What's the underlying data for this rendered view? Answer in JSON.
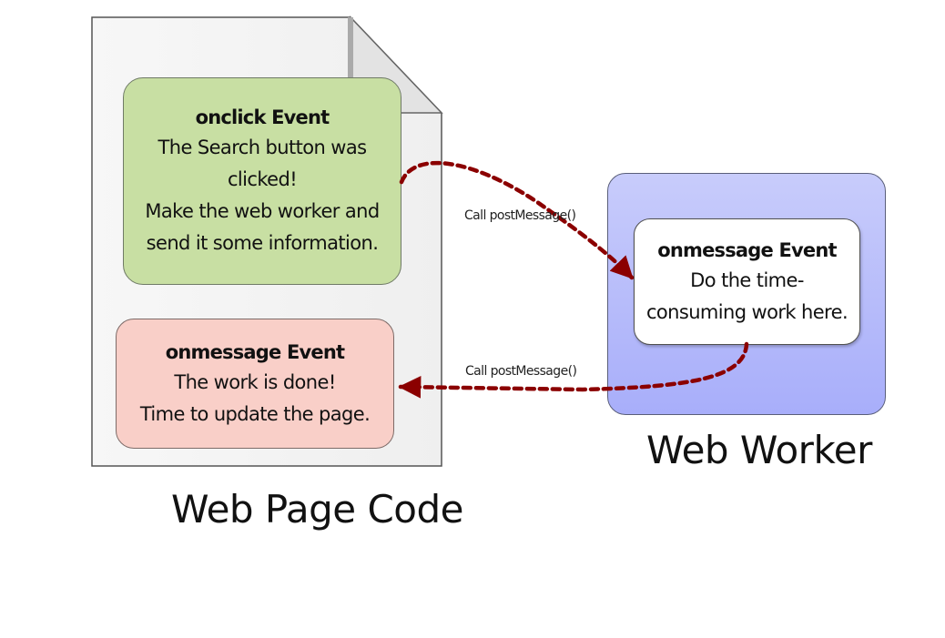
{
  "diagram": {
    "web_page": {
      "caption": "Web Page Code",
      "onclick_box": {
        "title": "onclick Event",
        "lines": [
          "The Search button was",
          "clicked!",
          "Make the web worker and",
          "send it some information."
        ],
        "color": "#c8dfa3"
      },
      "onmessage_box": {
        "title": "onmessage Event",
        "lines": [
          "The work is done!",
          "Time to update the page."
        ],
        "color": "#f9cfc8"
      }
    },
    "web_worker": {
      "caption": "Web Worker",
      "color": "#b4b9fa",
      "onmessage_box": {
        "title": "onmessage Event",
        "lines": [
          "Do the time-",
          "consuming work here."
        ]
      }
    },
    "arrows": [
      {
        "from": "onclick Event (Web Page)",
        "to": "onmessage Event (Web Worker)",
        "label": "Call postMessage()",
        "style": "dashed",
        "color": "#8b0000"
      },
      {
        "from": "onmessage Event (Web Worker)",
        "to": "onmessage Event (Web Page)",
        "label": "Call postMessage()",
        "style": "dashed",
        "color": "#8b0000"
      }
    ]
  }
}
